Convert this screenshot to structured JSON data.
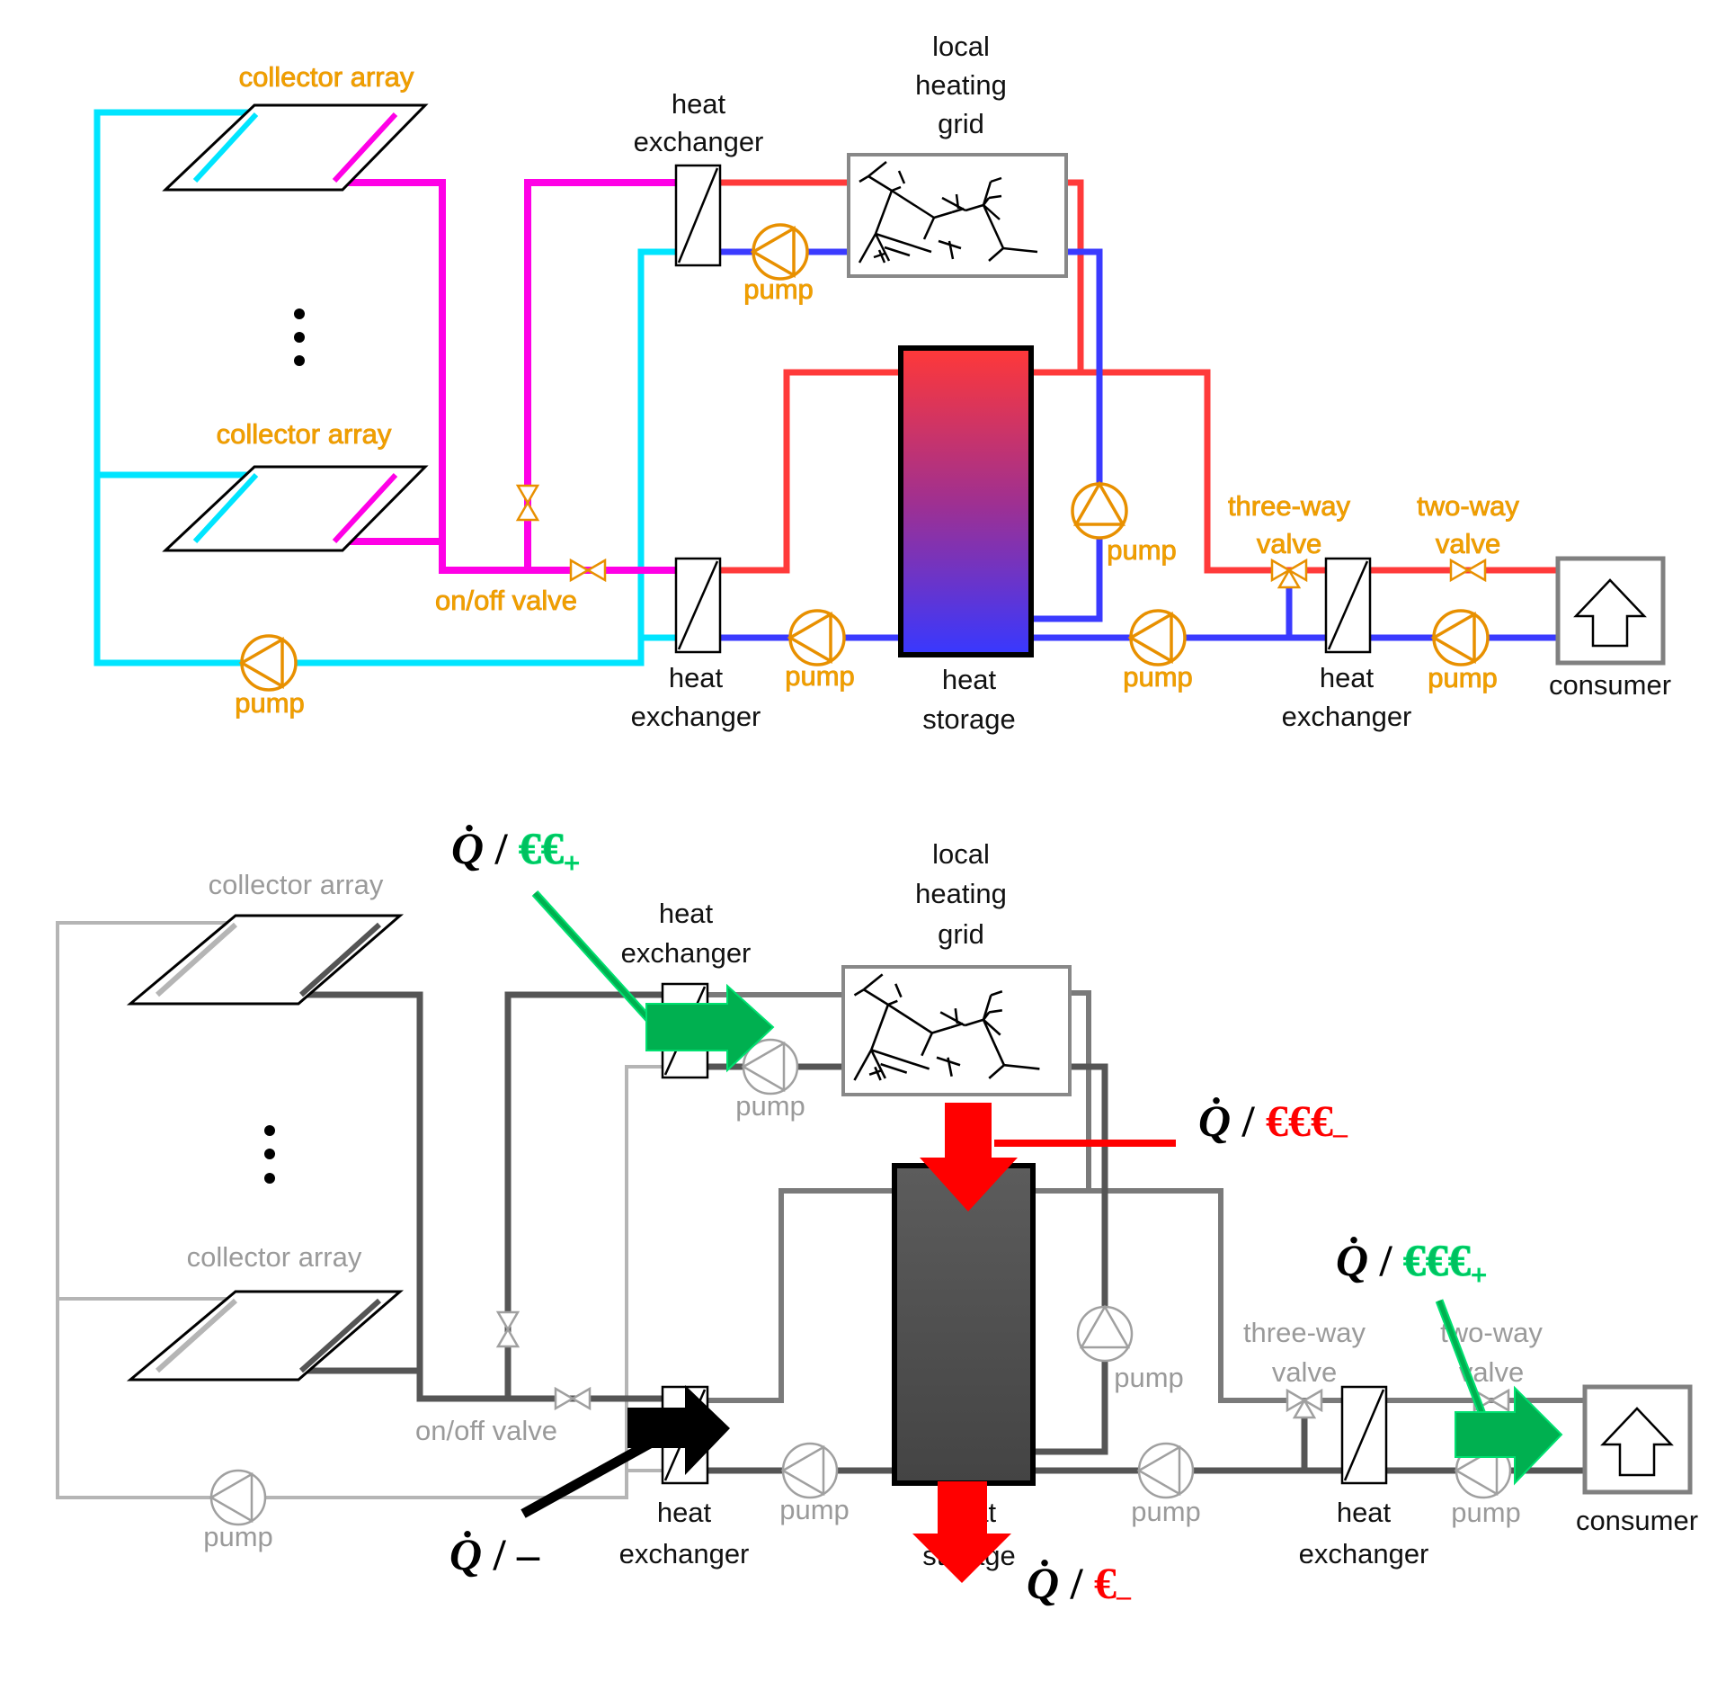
{
  "colors": {
    "collector_cold": "#00e5ff",
    "collector_hot": "#ff00e6",
    "supply_hot": "#ff3a3a",
    "return_cold": "#3a3aff",
    "component_label": "#f0a000",
    "gray_dark": "#555555",
    "gray_mid": "#7a7a7a",
    "gray_light": "#b5b5b5",
    "gain": "#00b050",
    "cost": "#ff0000",
    "neutral": "#000000"
  },
  "top_diagram": {
    "labels": {
      "collector_array_1": "collector array",
      "collector_array_2": "collector array",
      "ellipsis": "⋮",
      "hx_top_1": "heat",
      "hx_top_2": "exchanger",
      "grid_1": "local",
      "grid_2": "heating",
      "grid_3": "grid",
      "pump_grid": "pump",
      "on_off_valve": "on/off valve",
      "pump_collector": "pump",
      "hx_bottom_1": "heat",
      "hx_bottom_2": "exchanger",
      "pump_hx": "pump",
      "storage_1": "heat",
      "storage_2": "storage",
      "pump_vertical": "pump",
      "pump_storage_out": "pump",
      "three_way_1": "three-way",
      "three_way_2": "valve",
      "two_way_1": "two-way",
      "two_way_2": "valve",
      "hx_consumer_1": "heat",
      "hx_consumer_2": "exchanger",
      "pump_consumer": "pump",
      "consumer": "consumer"
    }
  },
  "bottom_diagram": {
    "labels": {
      "collector_array_1": "collector array",
      "collector_array_2": "collector array",
      "grid_1": "local",
      "grid_2": "heating",
      "grid_3": "grid",
      "hx_top_1": "heat",
      "hx_top_2": "exchanger",
      "pump_grid": "pump",
      "pump_vertical": "pump",
      "three_way_1": "three-way",
      "three_way_2": "valve",
      "two_way_1": "two-way",
      "two_way_2": "valve",
      "on_off_valve": "on/off valve",
      "pump_collector": "pump",
      "hx_bottom_1": "heat",
      "hx_bottom_2": "exchanger",
      "pump_hx": "pump",
      "storage_1": "heat",
      "storage_2": "storage",
      "pump_storage_out": "pump",
      "hx_consumer_1": "heat",
      "hx_consumer_2": "exchanger",
      "pump_consumer": "pump",
      "consumer": "consumer"
    },
    "annotations": {
      "grid_gain": {
        "q": "Q̇",
        "sep": " / ",
        "value": "€€",
        "sub": "+"
      },
      "grid_cost": {
        "q": "Q̇",
        "sep": " / ",
        "value": "€€€",
        "sub": "–"
      },
      "storage_loss": {
        "q": "Q̇",
        "sep": " / ",
        "value": "€",
        "sub": "–"
      },
      "collector_neutral": {
        "q": "Q̇",
        "sep": " / ",
        "value": "–",
        "sub": ""
      },
      "consumer_gain": {
        "q": "Q̇",
        "sep": " / ",
        "value": "€€€",
        "sub": "+"
      }
    }
  }
}
